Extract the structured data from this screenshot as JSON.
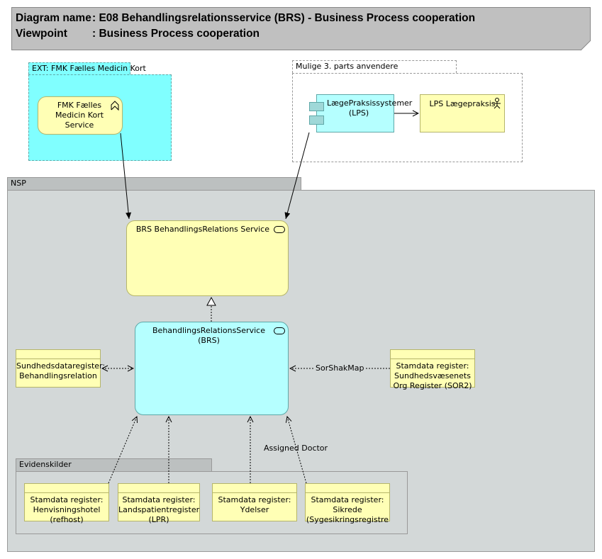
{
  "header": {
    "diagram_name_key": "Diagram name",
    "diagram_name_value": ": E08 Behandlingsrelationsservice (BRS) - Business Process cooperation",
    "viewpoint_key": "Viewpoint",
    "viewpoint_value": ": Business Process cooperation"
  },
  "groups": {
    "fmk": {
      "label": "EXT: FMK Fælles Medicin Kort",
      "fill": "#80ffff"
    },
    "third_party": {
      "label": "Mulige 3. parts anvendere"
    },
    "nsp": {
      "label": "NSP",
      "fill": "#d3d8d8"
    },
    "evidens": {
      "label": "Evidenskilder"
    }
  },
  "elements": {
    "fmk_service": {
      "label": "FMK Fælles Medicin Kort Service",
      "type": "business-interface",
      "icon": "interface-chevron-icon"
    },
    "lps_system": {
      "label": "LægePraksissystemer (LPS)",
      "type": "application-component",
      "icon": "component-icon"
    },
    "lps_actor": {
      "label": "LPS Lægepraksis",
      "type": "business-actor",
      "icon": "actor-icon"
    },
    "brs_business_service": {
      "label": "BRS BehandlingsRelations Service",
      "type": "business-service",
      "icon": "service-icon"
    },
    "brs_app_service": {
      "label": "BehandlingsRelationsService (BRS)",
      "type": "application-service",
      "icon": "service-icon"
    },
    "sundhedsdata": {
      "label": "Sundhedsdataregister: Behandlingsrelation",
      "type": "data-object"
    },
    "sor": {
      "label": "Stamdata register: Sundhedsvæsenets Org Register (SOR2)",
      "type": "data-object"
    },
    "refhost": {
      "label": "Stamdata register: Henvisningshotel (refhost)",
      "type": "data-object"
    },
    "lpr": {
      "label": "Stamdata register: Landspatientregister (LPR)",
      "type": "data-object"
    },
    "ydelser": {
      "label": "Stamdata register: Ydelser",
      "type": "data-object"
    },
    "sikrede": {
      "label": "Stamdata register: Sikrede (Sygesikringsregistre",
      "type": "data-object"
    }
  },
  "relations": [
    {
      "from": "fmk_service",
      "to": "brs_business_service",
      "type": "serving"
    },
    {
      "from": "lps_system",
      "to": "brs_business_service",
      "type": "serving"
    },
    {
      "from": "lps_system",
      "to": "lps_actor",
      "type": "serving"
    },
    {
      "from": "brs_app_service",
      "to": "brs_business_service",
      "type": "realization"
    },
    {
      "from": "sundhedsdata",
      "to": "brs_app_service",
      "type": "access-readwrite"
    },
    {
      "from": "sor",
      "to": "brs_app_service",
      "type": "access",
      "label": "SorShakMap"
    },
    {
      "from": "refhost",
      "to": "brs_app_service",
      "type": "access"
    },
    {
      "from": "lpr",
      "to": "brs_app_service",
      "type": "access"
    },
    {
      "from": "ydelser",
      "to": "brs_app_service",
      "type": "access"
    },
    {
      "from": "sikrede",
      "to": "brs_app_service",
      "type": "access",
      "label": "Assigned Doctor"
    }
  ]
}
